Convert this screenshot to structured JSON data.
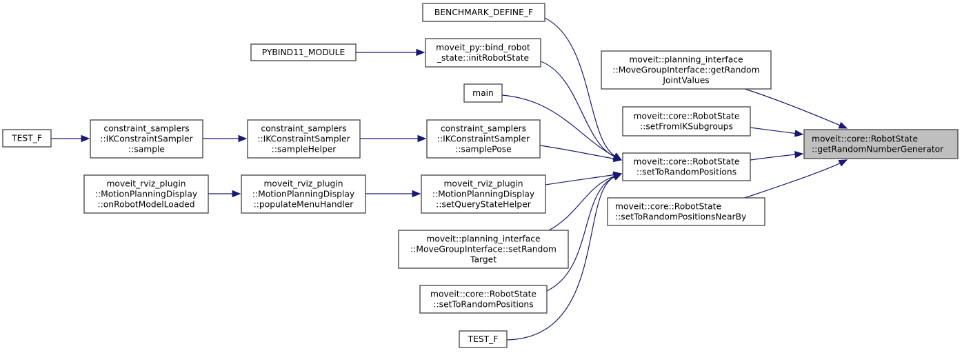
{
  "graph": {
    "title": "Caller graph of moveit::core::RobotState::getRandomNumberGenerator",
    "edge_color": "#191970",
    "focus_fill": "#bfbfbf",
    "nodes": [
      {
        "id": "target",
        "lines": [
          "moveit::core::RobotState",
          "::getRandomNumberGenerator"
        ],
        "align": "left",
        "focus": true
      },
      {
        "id": "getRandomJointValues",
        "lines": [
          "moveit::planning_interface",
          "::MoveGroupInterface::getRandom",
          "JointValues"
        ],
        "align": "center"
      },
      {
        "id": "setFromIKSubgroups",
        "lines": [
          "moveit::core::RobotState",
          "::setFromIKSubgroups"
        ],
        "align": "center"
      },
      {
        "id": "setToRandomPositions",
        "lines": [
          "moveit::core::RobotState",
          "::setToRandomPositions"
        ],
        "align": "center"
      },
      {
        "id": "setToRandomPositionsNearBy",
        "lines": [
          "moveit::core::RobotState",
          "::setToRandomPositionsNearBy"
        ],
        "align": "left"
      },
      {
        "id": "BENCHMARK_DEFINE_F",
        "lines": [
          "BENCHMARK_DEFINE_F"
        ],
        "align": "center"
      },
      {
        "id": "initRobotState",
        "lines": [
          "moveit_py::bind_robot",
          "_state::initRobotState"
        ],
        "align": "center"
      },
      {
        "id": "main",
        "lines": [
          "main"
        ],
        "align": "center"
      },
      {
        "id": "samplePose",
        "lines": [
          "constraint_samplers",
          "::IKConstraintSampler",
          "::samplePose"
        ],
        "align": "center"
      },
      {
        "id": "setQueryStateHelper",
        "lines": [
          "moveit_rviz_plugin",
          "::MotionPlanningDisplay",
          "::setQueryStateHelper"
        ],
        "align": "center"
      },
      {
        "id": "setRandomTarget",
        "lines": [
          "moveit::planning_interface",
          "::MoveGroupInterface::setRandom",
          "Target"
        ],
        "align": "center"
      },
      {
        "id": "setToRandomPositions2",
        "lines": [
          "moveit::core::RobotState",
          "::setToRandomPositions"
        ],
        "align": "center"
      },
      {
        "id": "TEST_F_2",
        "lines": [
          "TEST_F"
        ],
        "align": "center"
      },
      {
        "id": "PYBIND11_MODULE",
        "lines": [
          "PYBIND11_MODULE"
        ],
        "align": "center"
      },
      {
        "id": "sampleHelper",
        "lines": [
          "constraint_samplers",
          "::IKConstraintSampler",
          "::sampleHelper"
        ],
        "align": "center"
      },
      {
        "id": "populateMenuHandler",
        "lines": [
          "moveit_rviz_plugin",
          "::MotionPlanningDisplay",
          "::populateMenuHandler"
        ],
        "align": "center"
      },
      {
        "id": "sample",
        "lines": [
          "constraint_samplers",
          "::IKConstraintSampler",
          "::sample"
        ],
        "align": "center"
      },
      {
        "id": "onRobotModelLoaded",
        "lines": [
          "moveit_rviz_plugin",
          "::MotionPlanningDisplay",
          "::onRobotModelLoaded"
        ],
        "align": "center"
      },
      {
        "id": "TEST_F_1",
        "lines": [
          "TEST_F"
        ],
        "align": "center"
      }
    ],
    "edges": [
      {
        "from": "getRandomJointValues",
        "to": "target"
      },
      {
        "from": "setFromIKSubgroups",
        "to": "target"
      },
      {
        "from": "setToRandomPositions",
        "to": "target"
      },
      {
        "from": "setToRandomPositionsNearBy",
        "to": "target"
      },
      {
        "from": "BENCHMARK_DEFINE_F",
        "to": "setToRandomPositions"
      },
      {
        "from": "initRobotState",
        "to": "setToRandomPositions"
      },
      {
        "from": "main",
        "to": "setToRandomPositions"
      },
      {
        "from": "samplePose",
        "to": "setToRandomPositions"
      },
      {
        "from": "setQueryStateHelper",
        "to": "setToRandomPositions"
      },
      {
        "from": "setRandomTarget",
        "to": "setToRandomPositions"
      },
      {
        "from": "setToRandomPositions2",
        "to": "setToRandomPositions"
      },
      {
        "from": "TEST_F_2",
        "to": "setToRandomPositions"
      },
      {
        "from": "PYBIND11_MODULE",
        "to": "initRobotState"
      },
      {
        "from": "sampleHelper",
        "to": "samplePose"
      },
      {
        "from": "populateMenuHandler",
        "to": "setQueryStateHelper"
      },
      {
        "from": "sample",
        "to": "sampleHelper"
      },
      {
        "from": "onRobotModelLoaded",
        "to": "populateMenuHandler"
      },
      {
        "from": "TEST_F_1",
        "to": "sample"
      }
    ]
  }
}
